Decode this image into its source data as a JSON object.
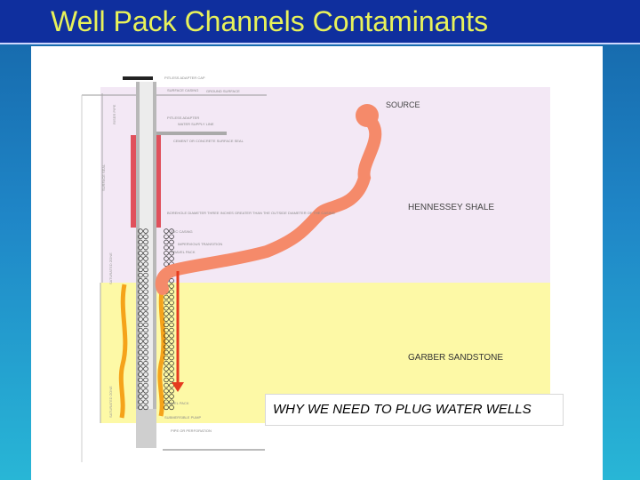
{
  "slide": {
    "title": "Well Pack Channels Contaminants",
    "caption": "WHY WE NEED TO PLUG WATER WELLS"
  },
  "diagram": {
    "layers": {
      "source": "SOURCE",
      "shale": "HENNESSEY SHALE",
      "sandstone": "GARBER SANDSTONE"
    },
    "well_labels": [
      "PITLESS ADAPTER CAP",
      "SURFACE CASING",
      "GROUND SURFACE",
      "PITLESS ADAPTER",
      "WATER SUPPLY LINE",
      "CEMENT OR CONCRETE SURFACE SEAL",
      "BOREHOLE DIAMETER THREE INCHES GREATER THAN THE OUTSIDE DIAMETER OF THE CASING",
      "PVC CASING",
      "IMPERVIOUS TRANSITION",
      "GRAVEL PACK",
      "GRAVEL PACK",
      "SUBMERSIBLE PUMP",
      "PIPE OR PERFORATION"
    ],
    "side_labels": [
      "RISER PIPE",
      "SURFACE SEAL",
      "SATURATED ZONE",
      "SATURATED ZONE"
    ],
    "colors": {
      "shale": "#f3e8f5",
      "sandstone": "#fdf9a6",
      "contaminant": "#f58a6a",
      "seal": "#e0505c",
      "arrow": "#e53a1e",
      "gravel_streak": "#f5a31a"
    }
  }
}
